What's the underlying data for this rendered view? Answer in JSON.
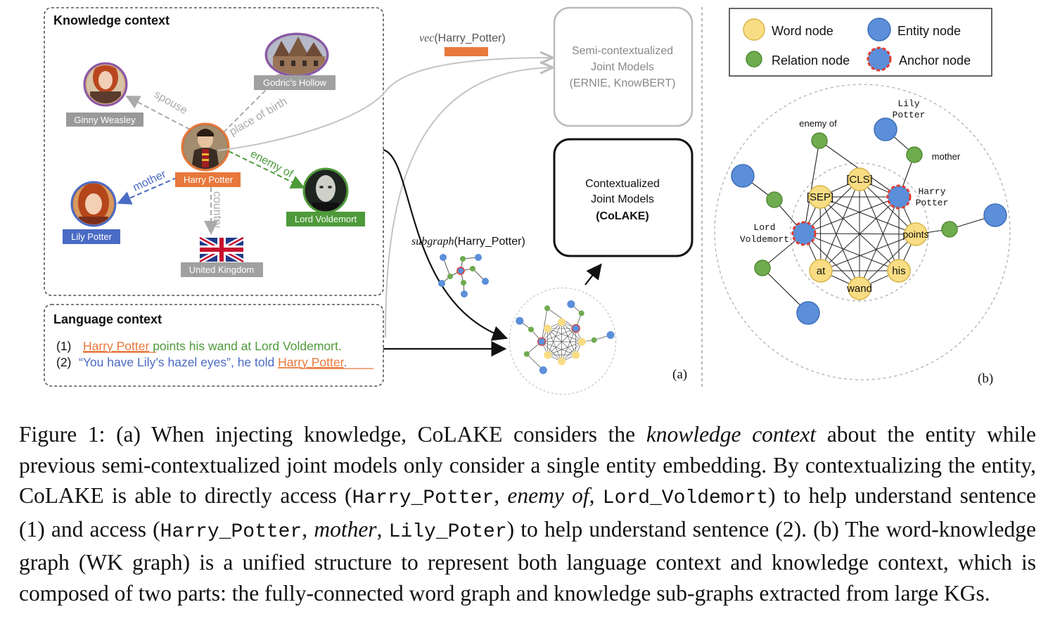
{
  "panel_a": {
    "knowledge_title": "Knowledge context",
    "language_title": "Language context",
    "entities": {
      "godric": "Godric's Hollow",
      "ginny": "Ginny Weasley",
      "harry": "Harry Potter",
      "lily": "Lily Potter",
      "voldemort": "Lord Voldemort",
      "uk": "United Kingdom"
    },
    "relations": {
      "spouse": "spouse",
      "place_of_birth": "place of birth",
      "enemy_of": "enemy of",
      "mother": "mother",
      "country": "country"
    },
    "sentence1": {
      "num": "(1)",
      "entity": "Harry Potter",
      "rest": " points his wand at Lord Voldemort."
    },
    "sentence2": {
      "num": "(2)",
      "quote": "“You have Lily’s hazel eyes”, he told ",
      "entity": "Harry Potter",
      "end": "."
    },
    "vec_label": {
      "fn": "vec",
      "arg": "(Harry_Potter)"
    },
    "subgraph_label": {
      "fn": "subgraph",
      "arg": "(Harry_Potter)"
    },
    "semi_box": {
      "line1": "Semi-contextualized",
      "line2": "Joint Models",
      "line3": "(ERNIE, KnowBERT)"
    },
    "ctx_box": {
      "line1": "Contextualized",
      "line2": "Joint Models",
      "line3": "(CoLAKE)"
    },
    "label": "(a)"
  },
  "panel_b": {
    "legend": {
      "word": "Word node",
      "entity": "Entity node",
      "relation": "Relation node",
      "anchor": "Anchor node"
    },
    "words": {
      "cls": "[CLS]",
      "sep": "[SEP]",
      "points": "points",
      "his": "his",
      "wand": "wand",
      "at": "at"
    },
    "labels": {
      "enemy_of": "enemy of",
      "lily_1": "Lily",
      "lily_2": "Potter",
      "mother": "mother",
      "harry_1": "Harry",
      "harry_2": "Potter",
      "lord_1": "Lord",
      "lord_2": "Voldemort"
    },
    "label": "(b)"
  },
  "caption": {
    "s1": "Figure 1: (a) When injecting knowledge, CoLAKE considers the ",
    "s1_it": "knowledge context",
    "s2": " about the entity while previous semi-contextualized joint models only consider a single entity embedding. By contextualizing the entity, CoLAKE is able to directly access (",
    "tt1": "Harry_Potter",
    "s3": ", ",
    "it2": "enemy of",
    "s4": ", ",
    "tt2": "Lord_Voldemort",
    "s5": ") to help understand sentence (1) and access (",
    "tt3": "Harry_Potter",
    "s6": ", ",
    "it3": "mother",
    "s7": ", ",
    "tt4": "Lily_Poter",
    "s8": ") to help understand sentence (2). (b) The word-knowledge graph (WK graph) is a unified structure to represent both language context and knowledge context, which is composed of two parts: the fully-connected word graph and knowledge sub-graphs extracted from large KGs."
  },
  "colors": {
    "word": "#f9dd84",
    "entity": "#5b8fd9",
    "relation": "#6fab4f",
    "anchor_border": "#e23b2e",
    "harry_orange": "#e8783b",
    "ginny_gray": "#999999",
    "lily_blue": "#4a6bc5",
    "voldemort_green": "#4e9a3a",
    "sentence_green": "#4e9a3a",
    "sentence_blue": "#4a6bc5"
  }
}
